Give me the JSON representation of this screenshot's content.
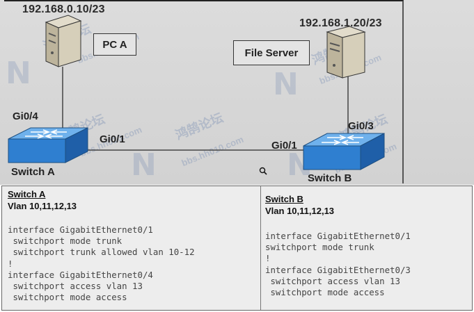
{
  "topology": {
    "pc_a": {
      "ip": "192.168.0.10/23",
      "label": "PC A"
    },
    "file_server": {
      "ip": "192.168.1.20/23",
      "label": "File Server"
    },
    "switch_a": {
      "label": "Switch A",
      "port_pc": "Gi0/4",
      "port_uplink": "Gi0/1"
    },
    "switch_b": {
      "label": "Switch B",
      "port_server": "Gi0/3",
      "port_uplink": "Gi0/1"
    },
    "watermark": {
      "cn": "鸿鹄论坛",
      "url": "bbs.hh010.com"
    },
    "colors": {
      "switch_blue": "#2f7fd0",
      "server_beige": "#cfc7b0",
      "background": "#d8d8d8"
    }
  },
  "config": {
    "switch_a": {
      "title": "Switch A",
      "vlans": "Vlan 10,11,12,13",
      "lines": [
        "interface GigabitEthernet0/1",
        " switchport mode trunk",
        " switchport trunk allowed vlan 10-12",
        "!",
        "interface GigabitEthernet0/4",
        " switchport access vlan 13",
        " switchport mode access"
      ]
    },
    "switch_b": {
      "title": "Switch B",
      "vlans": "Vlan 10,11,12,13",
      "lines": [
        "interface GigabitEthernet0/1",
        "switchport mode trunk",
        "!",
        "interface GigabitEthernet0/3",
        " switchport access vlan 13",
        " switchport mode access"
      ]
    }
  }
}
